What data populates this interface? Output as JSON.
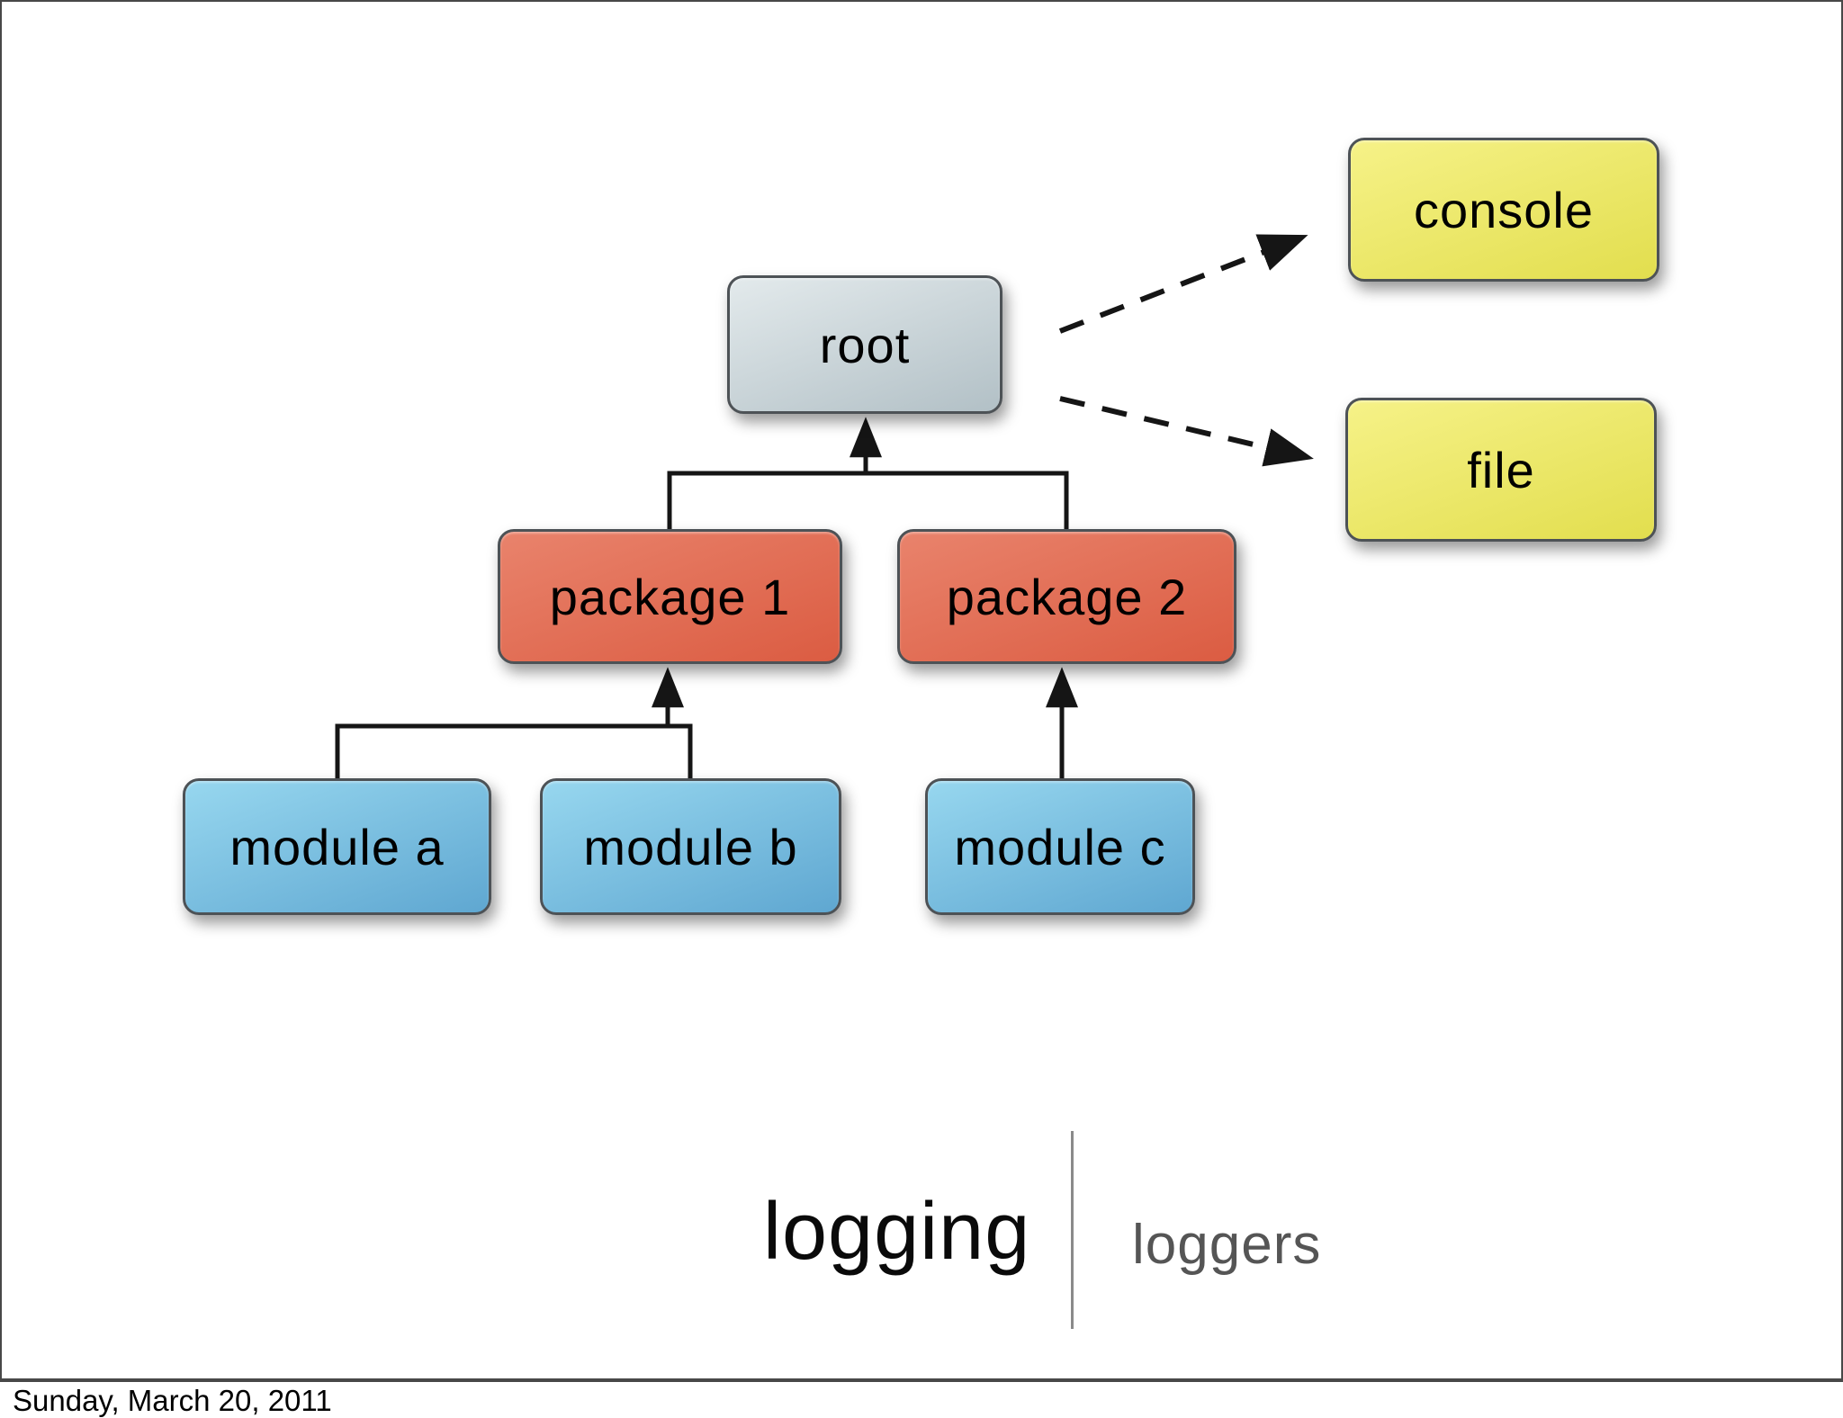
{
  "slide": {
    "nodes": {
      "root": "root",
      "console": "console",
      "file": "file",
      "package1": "package 1",
      "package2": "package 2",
      "module_a": "module a",
      "module_b": "module b",
      "module_c": "module c"
    },
    "footer": {
      "title": "logging",
      "subtitle": "loggers"
    }
  },
  "status_bar": {
    "date": "Sunday, March 20, 2011"
  },
  "colors": {
    "root-top": "#e3eaec",
    "root-bottom": "#b2c0c6",
    "handler-top": "#f6f288",
    "handler-bottom": "#e2de4e",
    "package-top": "#e9836c",
    "package-bottom": "#db5c42",
    "module-top": "#97d7ef",
    "module-bottom": "#5fa7d1",
    "node-border": "#4d5256",
    "connector": "#151515",
    "divider": "#8a8a8a",
    "subtitle": "#555555"
  }
}
